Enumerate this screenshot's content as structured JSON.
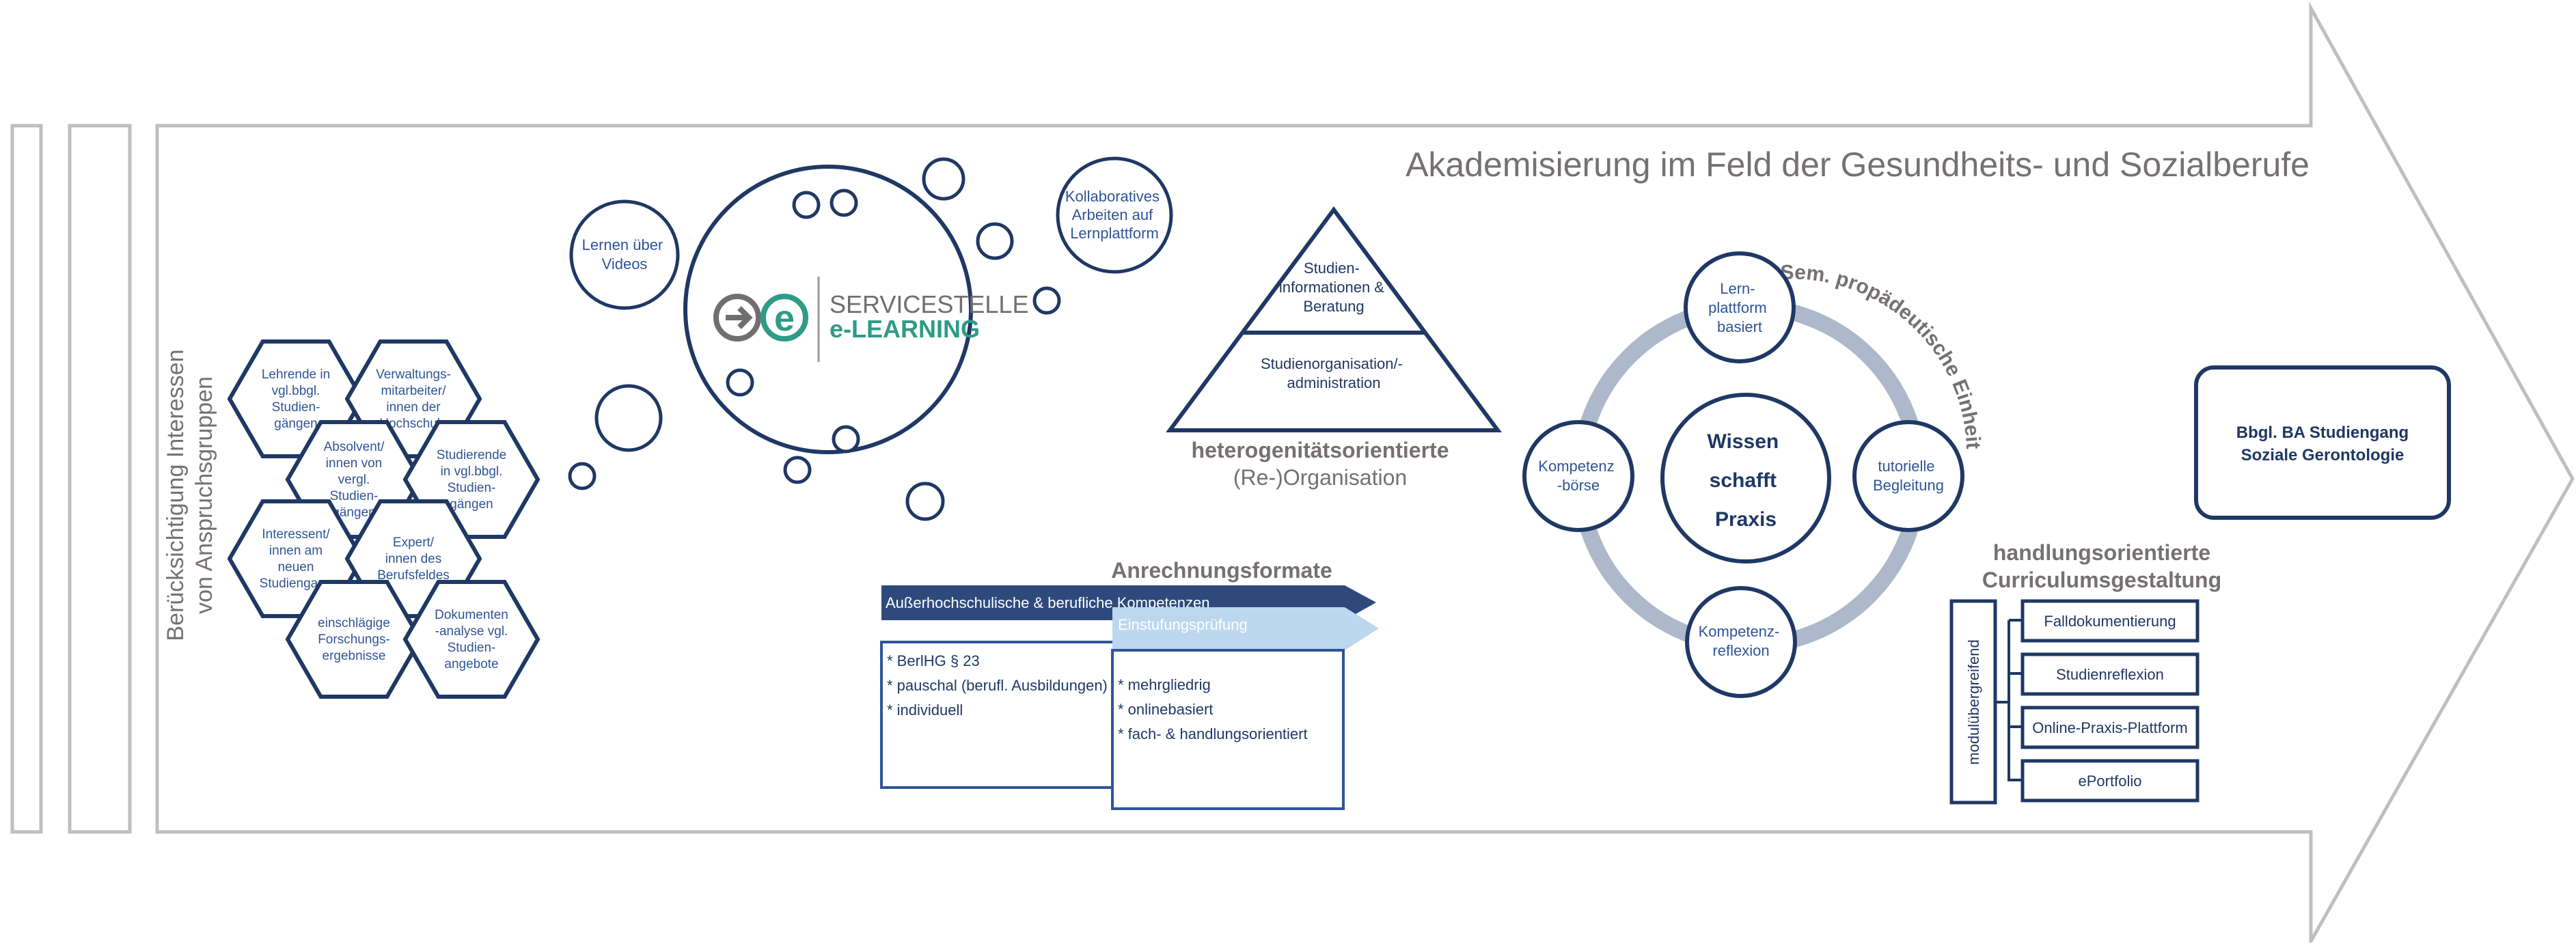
{
  "title": "Akademisierung im Feld der Gesundheits- und Sozialberufe",
  "stakeholders": {
    "side_label_line1": "Berücksichtigung Interessen",
    "side_label_line2": "von Anspruchsgruppen",
    "hexagons": [
      [
        "Lehrende in",
        "vgl.bbgl.",
        "Studien-",
        "gängen"
      ],
      [
        "Verwaltungs-",
        "mitarbeiter/",
        "innen der",
        "Hochschule"
      ],
      [
        "Absolvent/",
        "innen von",
        "vergl.",
        "Studien-",
        "gängen"
      ],
      [
        "Studierende",
        "in vgl.bbgl.",
        "Studien-",
        "gängen"
      ],
      [
        "Interessent/",
        "innen am",
        "neuen",
        "Studiengang"
      ],
      [
        "Expert/",
        "innen des",
        "Berufsfeldes"
      ],
      [
        "einschlägige",
        "Forschungs-",
        "ergebnisse"
      ],
      [
        "Dokumenten",
        "-analyse vgl.",
        "Studien-",
        "angebote"
      ]
    ]
  },
  "elearning": {
    "bubble_left": [
      "Lernen über",
      "Videos"
    ],
    "bubble_right": [
      "Kollaboratives",
      "Arbeiten auf",
      "Lernplattform"
    ],
    "logo_line1": "SERVICESTELLE",
    "logo_line2": "e-LEARNING",
    "logo_letter": "e"
  },
  "pyramid": {
    "top": [
      "Studien-",
      "informationen &",
      "Beratung"
    ],
    "bottom": [
      "Studienorganisation/-",
      "administration"
    ],
    "caption_line1": "heterogenitätsorientierte",
    "caption_line2": "(Re-)Organisation"
  },
  "anrechnung": {
    "title": "Anrechnungsformate",
    "bar1": "Außerhochschulische & berufliche Kompetenzen",
    "bar2": "Einstufungsprüfung",
    "list1": [
      "* BerlHG § 23",
      "* pauschal (berufl. Ausbildungen)",
      "* individuell"
    ],
    "list2": [
      "* mehrgliedrig",
      "* onlinebasiert",
      "* fach- & handlungsorientiert"
    ]
  },
  "cycle": {
    "arc_label": "2 Sem. propädeutische Einheit",
    "center": [
      "Wissen",
      "schafft",
      "Praxis"
    ],
    "top": [
      "Lern-",
      "plattform",
      "basiert"
    ],
    "right": [
      "tutorielle",
      "Begleitung"
    ],
    "bottom": [
      "Kompetenz-",
      "reflexion"
    ],
    "left": [
      "Kompetenz",
      "-börse"
    ]
  },
  "curriculum": {
    "title_line1": "handlungsorientierte",
    "title_line2": "Curriculumsgestaltung",
    "vertical_label": "modulübergreifend",
    "items": [
      "Falldokumentierung",
      "Studienreflexion",
      "Online-Praxis-Plattform",
      "ePortfolio"
    ]
  },
  "result": {
    "line1": "Bbgl. BA Studiengang",
    "line2": "Soziale Gerontologie"
  },
  "colors": {
    "navy": "#1f3864",
    "blue_dark": "#2f5597",
    "blue_mid": "#2e4a7d",
    "grey_line": "#bfbfbf",
    "cycle_ring": "#adb9ca",
    "title_grey": "#767171",
    "light_blue": "#bdd7ee",
    "logo_green": "#2e9b87",
    "logo_grey": "#6f6f6f"
  }
}
